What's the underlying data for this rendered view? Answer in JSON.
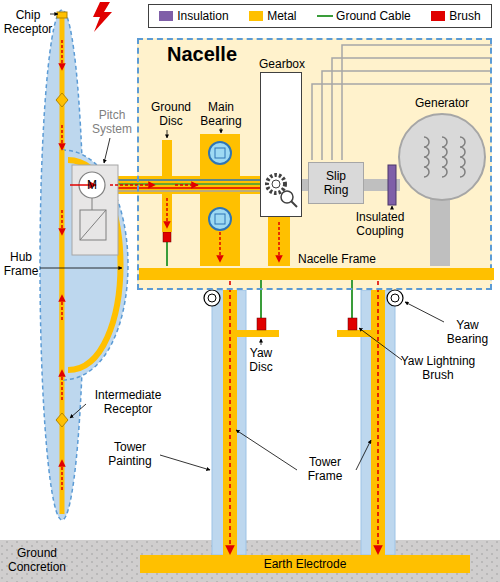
{
  "diagram": {
    "nodes": [
      {
        "text": [
          "Nacelle"
        ]
      },
      {
        "text": [
          "Gearbox"
        ],
        "in": 0
      },
      {
        "text": [
          "Slip Ring"
        ],
        "in": 0
      },
      {
        "text": [
          "Generator"
        ],
        "in": 0
      },
      {
        "text": [
          "Nacelle Frame"
        ],
        "in": 0
      },
      {
        "text": [
          "Earth Electrode"
        ]
      }
    ],
    "edges": [
      {
        "from": 4,
        "to": 5,
        "arrow": "to"
      },
      {
        "from": 4,
        "to": 5,
        "arrow": "to"
      }
    ],
    "labels": [
      "Chip Receptor",
      "M",
      "Pitch System",
      "Hub Frame",
      "Intermediate Receptor",
      "Ground Disc",
      "Main Bearing",
      "Insulated Coupling",
      "Yaw Bearing",
      "Yaw Lightning Brush",
      "Yaw Disc",
      "Tower Painting",
      "Tower Frame",
      "Ground Concretion"
    ],
    "legend": [
      {
        "text": "Insulation",
        "color": "#7f5fa8"
      },
      {
        "text": "Metal",
        "color": "#ffc000"
      },
      {
        "text": "Ground Cable"
      },
      {
        "text": "Brush",
        "color": "#e00000"
      }
    ]
  }
}
